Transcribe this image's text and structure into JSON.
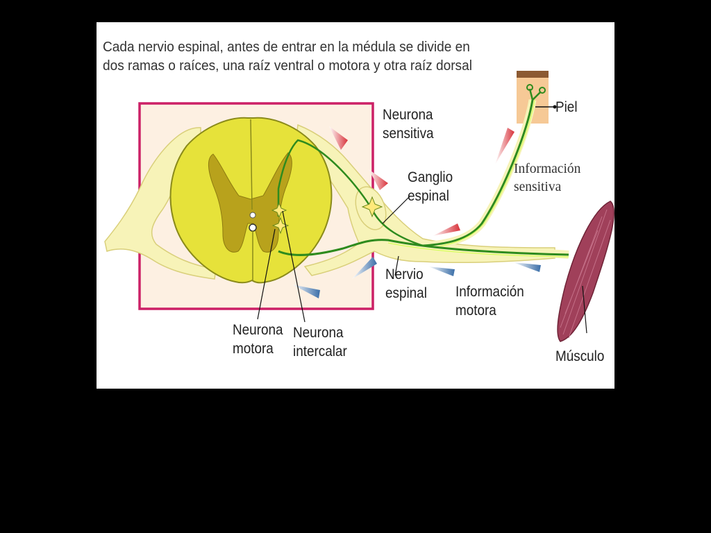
{
  "caption": {
    "line1": "Cada nervio espinal, antes de entrar en la médula se divide en",
    "line2": "dos ramas o raíces, una raíz ventral o motora y otra raíz dorsal"
  },
  "labels": {
    "sensory_neuron": [
      "Neurona",
      "sensitiva"
    ],
    "spinal_ganglion": [
      "Ganglio",
      "espinal"
    ],
    "skin": "Piel",
    "sensory_info": [
      "Información",
      "sensitiva"
    ],
    "spinal_nerve": [
      "Nervio",
      "espinal"
    ],
    "motor_info": [
      "Información",
      "motora"
    ],
    "motor_neuron": [
      "Neurona",
      "motora"
    ],
    "interneuron": [
      "Neurona",
      "intercalar"
    ],
    "muscle": "Músculo"
  },
  "colors": {
    "cord_white_matter": "#e6e23a",
    "cord_gray_matter": "#b8a21c",
    "nerve_fill": "#f7f3b8",
    "neuron_path": "#2e8b1e",
    "frame": "#cc2066",
    "muscle": "#a0405a",
    "sensory_arrow": "#d8323a",
    "motor_arrow": "#3a6ea8"
  }
}
